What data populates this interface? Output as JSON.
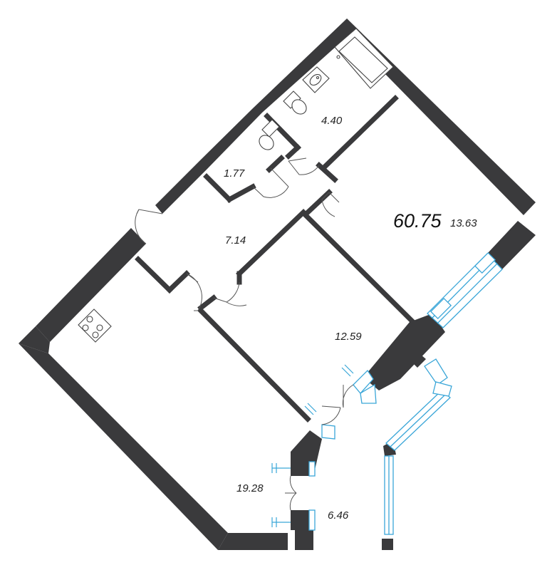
{
  "plan": {
    "total_area": "60.75",
    "rooms": [
      {
        "id": "bathroom",
        "area": "4.40"
      },
      {
        "id": "wc",
        "area": "1.77"
      },
      {
        "id": "hallway",
        "area": "7.14"
      },
      {
        "id": "bedroom-large",
        "area": "13.63"
      },
      {
        "id": "bedroom",
        "area": "12.59"
      },
      {
        "id": "kitchen-living",
        "area": "19.28"
      },
      {
        "id": "balcony",
        "area": "6.46"
      }
    ],
    "colors": {
      "wall": "#3a3a3c",
      "window": "#3aa6d8",
      "background": "#ffffff"
    }
  }
}
